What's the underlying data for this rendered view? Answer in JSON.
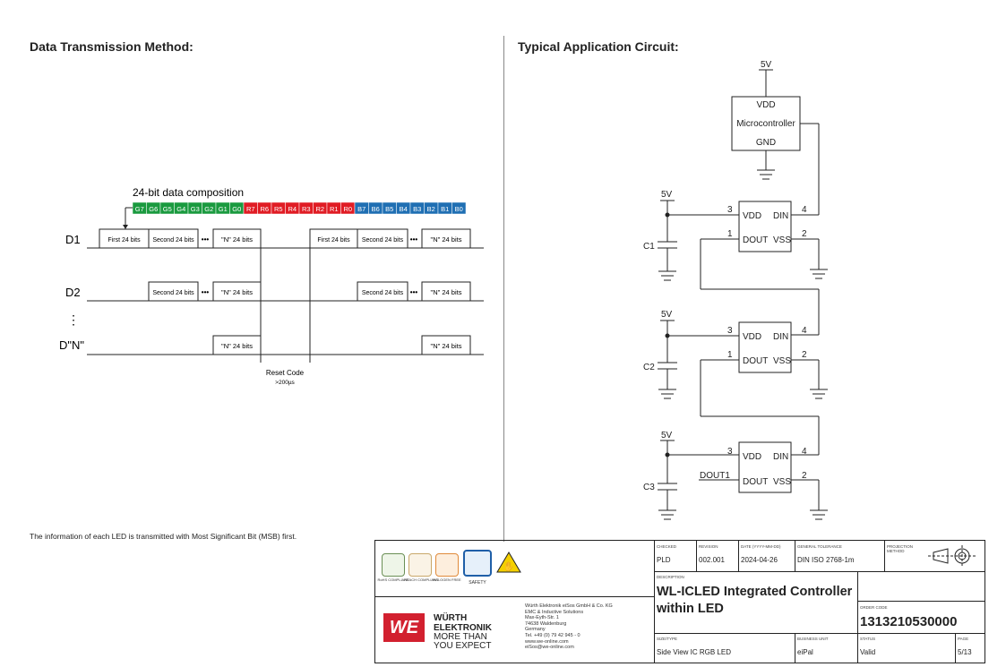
{
  "sections": {
    "left_title": "Data Transmission Method:",
    "right_title": "Typical Application Circuit:"
  },
  "timing": {
    "composition_title": "24-bit data composition",
    "bits_green": [
      "G7",
      "G6",
      "G5",
      "G4",
      "G3",
      "G2",
      "G1",
      "G0"
    ],
    "bits_red": [
      "R7",
      "R6",
      "R5",
      "R4",
      "R3",
      "R2",
      "R1",
      "R0"
    ],
    "bits_blue": [
      "B7",
      "B6",
      "B5",
      "B4",
      "B3",
      "B2",
      "B1",
      "B0"
    ],
    "colors": {
      "green": "#1a9a3f",
      "red": "#e01c24",
      "blue": "#1f6fb3"
    },
    "lines": [
      "D1",
      "D2",
      "⋮",
      "D\"N\""
    ],
    "box_first": "First 24 bits",
    "box_second": "Second 24 bits",
    "box_n": "\"N\" 24 bits",
    "ellipsis": "•••",
    "reset_label": "Reset Code",
    "reset_value": ">200µs"
  },
  "note": "The information of each LED is transmitted with Most Significant Bit (MSB) first.",
  "circuit": {
    "supply": "5V",
    "mcu_vdd": "VDD",
    "mcu_name": "Microcontroller",
    "mcu_gnd": "GND",
    "pin_vdd": "VDD",
    "pin_din": "DIN",
    "pin_dout": "DOUT",
    "pin_vss": "VSS",
    "pin3": "3",
    "pin4": "4",
    "pin1": "1",
    "pin2": "2",
    "caps": [
      "C1",
      "C2",
      "C3"
    ],
    "dout_label": "DOUT1"
  },
  "title_block": {
    "badges": [
      "RoHS COMPLIANT",
      "REACH COMPLIANT",
      "HALOGEN FREE",
      "SAFETY"
    ],
    "checked_label": "CHECKED",
    "checked": "PLD",
    "revision_label": "REVISION",
    "revision": "002.001",
    "date_label": "DATE (YYYY-MM-DD)",
    "date": "2024-04-26",
    "tolerance_label": "GENERAL TOLERANCE",
    "tolerance": "DIN ISO 2768-1m",
    "projection_label": "PROJECTION METHOD",
    "description_label": "DESCRIPTION",
    "description_line1": "WL-ICLED Integrated Controller",
    "description_line2": "within LED",
    "order_label": "ORDER CODE",
    "order_code": "1313210530000",
    "size_label": "SIZE/TYPE",
    "size": "Side View IC RGB LED",
    "unit_label": "BUSINESS UNIT",
    "unit": "eiPal",
    "status_label": "STATUS",
    "status": "Valid",
    "page_label": "PAGE",
    "page": "5/13",
    "brand_logo": "WE",
    "brand_name1": "WÜRTH",
    "brand_name2": "ELEKTRONIK",
    "slogan1": "MORE THAN",
    "slogan2": "YOU EXPECT",
    "address": [
      "Würth Elektronik eiSos GmbH & Co. KG",
      "EMC & Inductive Solutions",
      "Max-Eyth-Str. 1",
      "74638 Waldenburg",
      "Germany",
      "Tel. +49 (0) 79 42 945 - 0",
      "www.we-online.com",
      "eiSos@we-online.com"
    ]
  }
}
